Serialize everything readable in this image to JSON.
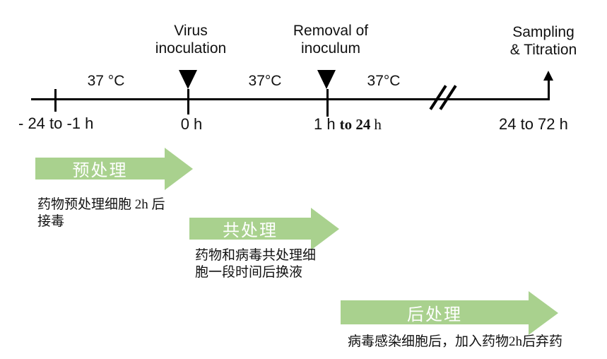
{
  "figure": "antiviral-treatment-timing-diagram",
  "colors": {
    "arrow_green": "#A9D18E",
    "line_black": "#000000",
    "arrow_label_white": "#FFFFFF"
  },
  "timeline": {
    "event_virus": {
      "line1": "Virus",
      "line2": "inoculation"
    },
    "event_removal": {
      "line1": "Removal of",
      "line2": "inoculum"
    },
    "event_sampling": {
      "line1": "Sampling",
      "line2": "& Titration"
    },
    "temps": [
      "37 °C",
      "37°C",
      "37°C"
    ],
    "time_start": "- 24 to -1 h",
    "time_zero": "0 h",
    "time_one": {
      "p1": "1 h",
      "p2": "to 24",
      "p3": "h"
    },
    "time_end": "24 to 72 h"
  },
  "treatments": [
    {
      "label": "预处理",
      "desc1": "药物预处理细胞 2h 后",
      "desc2": "接毒"
    },
    {
      "label": "共处理",
      "desc1": "药物和病毒共处理细",
      "desc2": "胞一段时间后换液"
    },
    {
      "label": "后处理",
      "desc1": "病毒感染细胞后，加入药物2h后弃药",
      "desc2": ""
    }
  ]
}
